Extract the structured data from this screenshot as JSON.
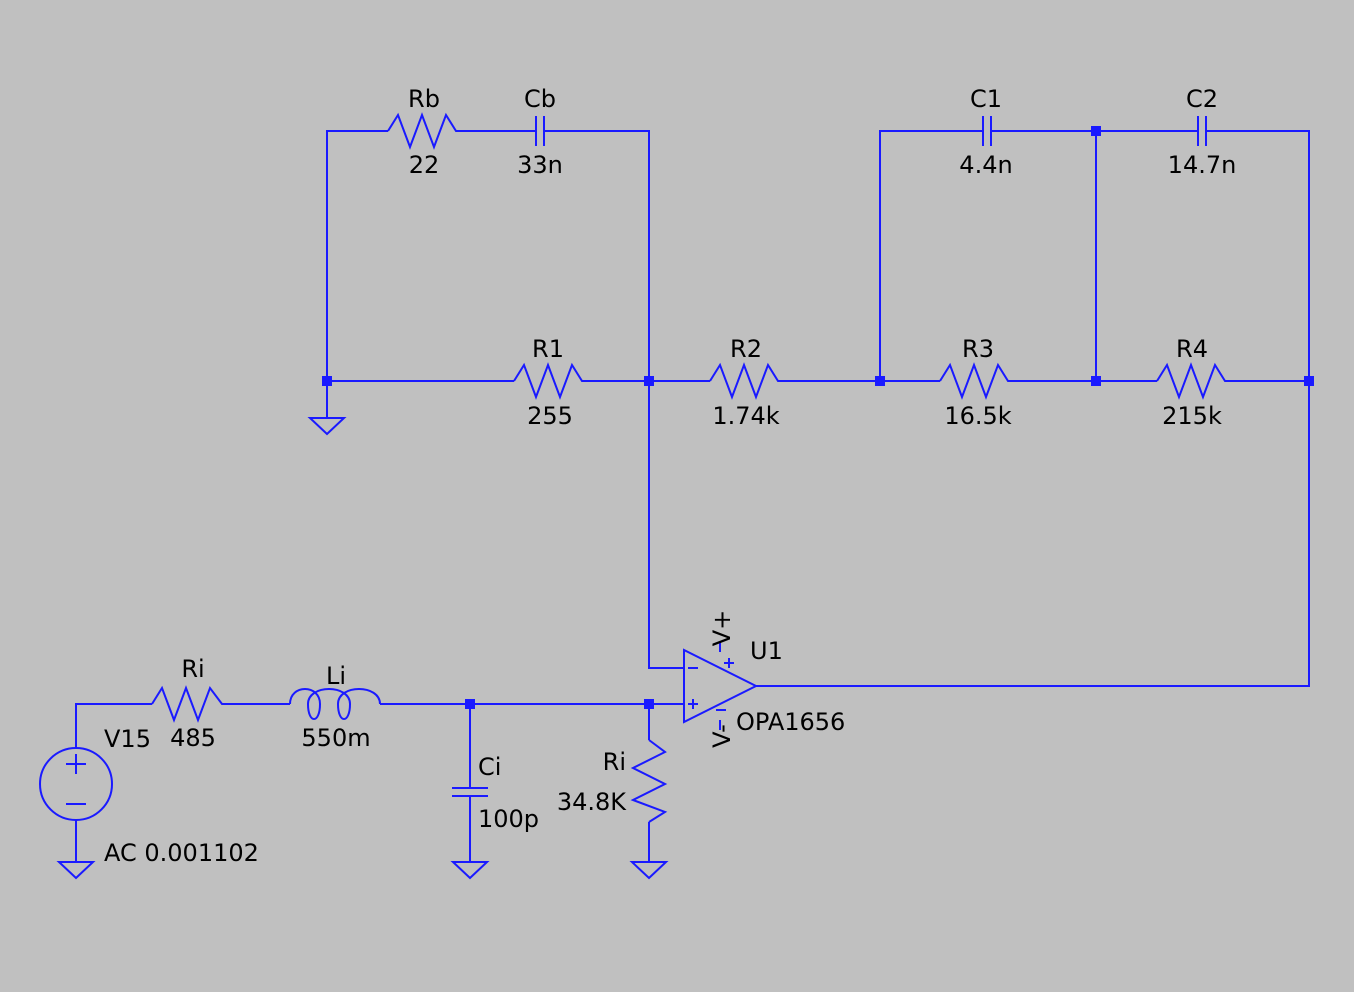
{
  "colors": {
    "background": "#c0c0c0",
    "wire": "#1a1aff",
    "text": "#000000"
  },
  "components": {
    "Rb": {
      "name": "Rb",
      "value": "22"
    },
    "Cb": {
      "name": "Cb",
      "value": "33n"
    },
    "C1": {
      "name": "C1",
      "value": "4.4n"
    },
    "C2": {
      "name": "C2",
      "value": "14.7n"
    },
    "R1": {
      "name": "R1",
      "value": "255"
    },
    "R2": {
      "name": "R2",
      "value": "1.74k"
    },
    "R3": {
      "name": "R3",
      "value": "16.5k"
    },
    "R4": {
      "name": "R4",
      "value": "215k"
    },
    "U1": {
      "name": "U1",
      "value": "OPA1656",
      "vplus": "V+",
      "vminus": "V-"
    },
    "Ri_series": {
      "name": "Ri",
      "value": "485"
    },
    "Li": {
      "name": "Li",
      "value": "550m"
    },
    "Ci": {
      "name": "Ci",
      "value": "100p"
    },
    "Ri_shunt": {
      "name": "Ri",
      "value": "34.8K"
    },
    "V15": {
      "name": "V15",
      "value": "AC 0.001102"
    }
  }
}
